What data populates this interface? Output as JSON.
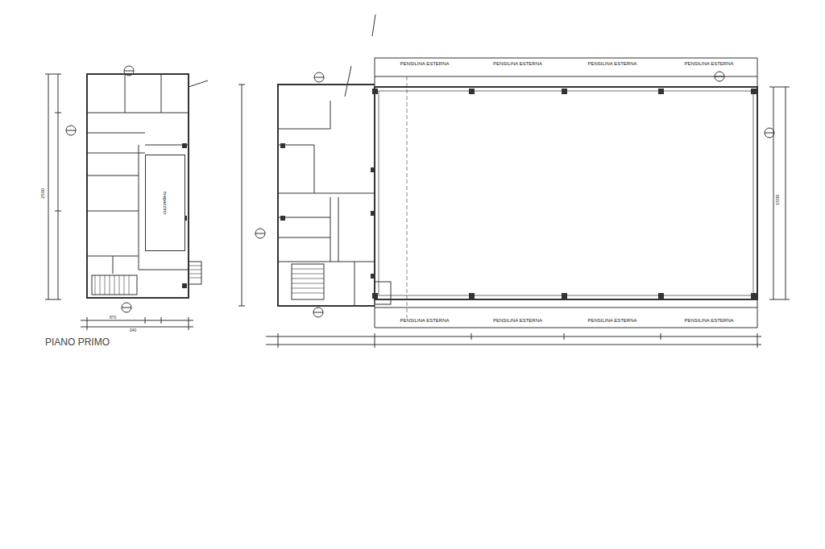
{
  "diagram": {
    "title": "PIANO PRIMO",
    "nodes": [
      {
        "text": [
          "PENSILINA ESTERNA"
        ]
      },
      {
        "text": [
          "PENSILINA ESTERNA"
        ]
      },
      {
        "text": [
          "PENSILINA ESTERNA"
        ]
      },
      {
        "text": [
          "PENSILINA ESTERNA"
        ]
      },
      {
        "text": [
          "magazzino"
        ]
      },
      {
        "text": [
          "PENSILINA ESTERNA"
        ]
      },
      {
        "text": [
          "PENSILINA ESTERNA"
        ]
      },
      {
        "text": [
          "PENSILINA ESTERNA"
        ]
      },
      {
        "text": [
          "PENSILINA ESTERNA"
        ]
      }
    ],
    "labels": [
      "2500",
      "870",
      "940",
      "1500"
    ]
  }
}
